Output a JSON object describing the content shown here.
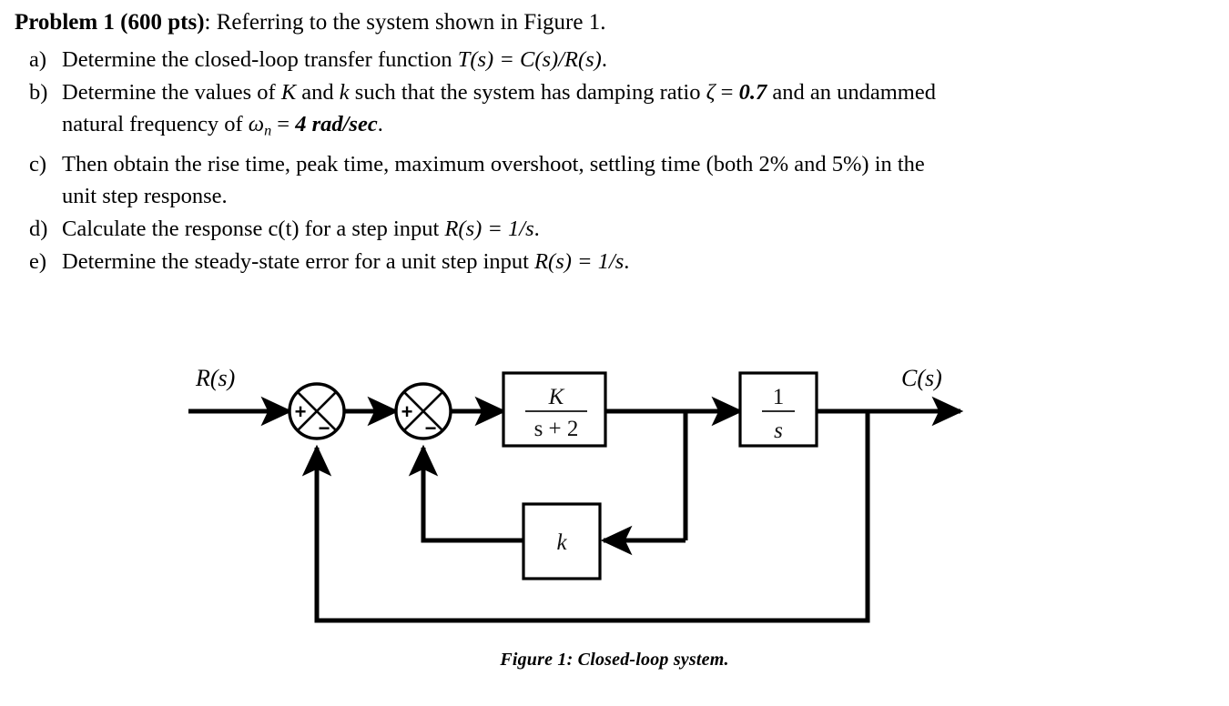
{
  "problem": {
    "title_bold_1": "Problem 1 (600 pts)",
    "title_rest": ": Referring to the system shown in Figure 1.",
    "parts": [
      {
        "marker": "a)",
        "segments": [
          {
            "text": "Determine the closed-loop transfer function ",
            "style": "roman"
          },
          {
            "text": "T(s)",
            "style": "italic"
          },
          {
            "text": " = ",
            "style": "italic"
          },
          {
            "text": "C(s)/R(s)",
            "style": "italic"
          },
          {
            "text": ".",
            "style": "roman"
          }
        ]
      },
      {
        "marker": "b)",
        "line1": "Determine the values of K and k such that the system has damping ratio ζ = 0.7 and an undammed",
        "line2": "natural frequency of ωn = 4 rad/sec."
      },
      {
        "marker": "c)",
        "line1": "Then obtain the rise time, peak time, maximum overshoot, settling time (both 2% and 5%) in the",
        "line2": "unit step response."
      },
      {
        "marker": "d)",
        "line1": "Calculate the response c(t) for a step input R(s) = 1/s."
      },
      {
        "marker": "e)",
        "line1": "Determine the steady-state error for a unit step input R(s) = 1/s."
      }
    ],
    "tokens": {
      "K_upper": "K",
      "k_lower": "k",
      "zeta": "ζ",
      "zeta_value": "0.7",
      "omega": "ω",
      "omega_sub": "n",
      "omega_value": "4 rad/sec",
      "percent_2": "2%",
      "percent_5": "5%",
      "Rs_eq_1s": "R(s) = 1/s",
      "Ts": "T(s)",
      "Cs_over_Rs": "C(s)/R(s)",
      "ct": "c(t)"
    }
  },
  "figure": {
    "caption": "Figure 1: Closed-loop system.",
    "input_label": "R(s)",
    "output_label": "C(s)",
    "summers": [
      {
        "name": "summer-1",
        "plus": "+",
        "minus": "−"
      },
      {
        "name": "summer-2",
        "plus": "+",
        "minus": "−"
      }
    ],
    "blocks": [
      {
        "name": "forward-gain-block",
        "numerator": "K",
        "denominator": "s + 2"
      },
      {
        "name": "integrator-block",
        "numerator": "1",
        "denominator": "s"
      },
      {
        "name": "inner-feedback-block",
        "label": "k"
      }
    ],
    "colors": {
      "wire": "#000000",
      "block_border": "#000000",
      "background": "#ffffff"
    }
  }
}
